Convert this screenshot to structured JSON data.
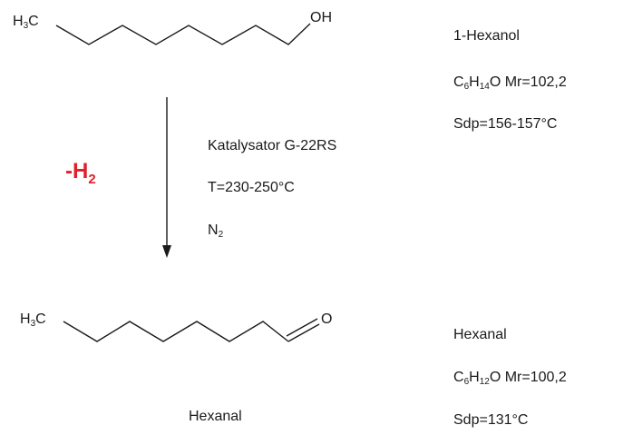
{
  "reactant": {
    "left_group": "H3C",
    "left_group_main": "H",
    "left_group_sub": "3",
    "left_group_tail": "C",
    "right_group": "OH",
    "name": "1-Hexanol",
    "formula_parts": [
      "C",
      "6",
      "H",
      "14",
      "O"
    ],
    "mr": "Mr=102,2",
    "bp": "Sdp=156-157°C"
  },
  "conditions": {
    "catalyst": "Katalysator G-22RS",
    "temperature": "T=230-250°C",
    "atmosphere_main": "N",
    "atmosphere_sub": "2",
    "elimination_main": "-H",
    "elimination_sub": "2"
  },
  "product": {
    "left_group_main": "H",
    "left_group_sub": "3",
    "left_group_tail": "C",
    "right_group": "O",
    "caption": "Hexanal",
    "name": "Hexanal",
    "formula_parts": [
      "C",
      "6",
      "H",
      "12",
      "O"
    ],
    "mr": "Mr=100,2",
    "bp": "Sdp=131°C"
  },
  "colors": {
    "elimination": "#e0202a",
    "text": "#1a1a1a"
  },
  "icons": {
    "reaction_arrow": "down-arrow-icon"
  }
}
